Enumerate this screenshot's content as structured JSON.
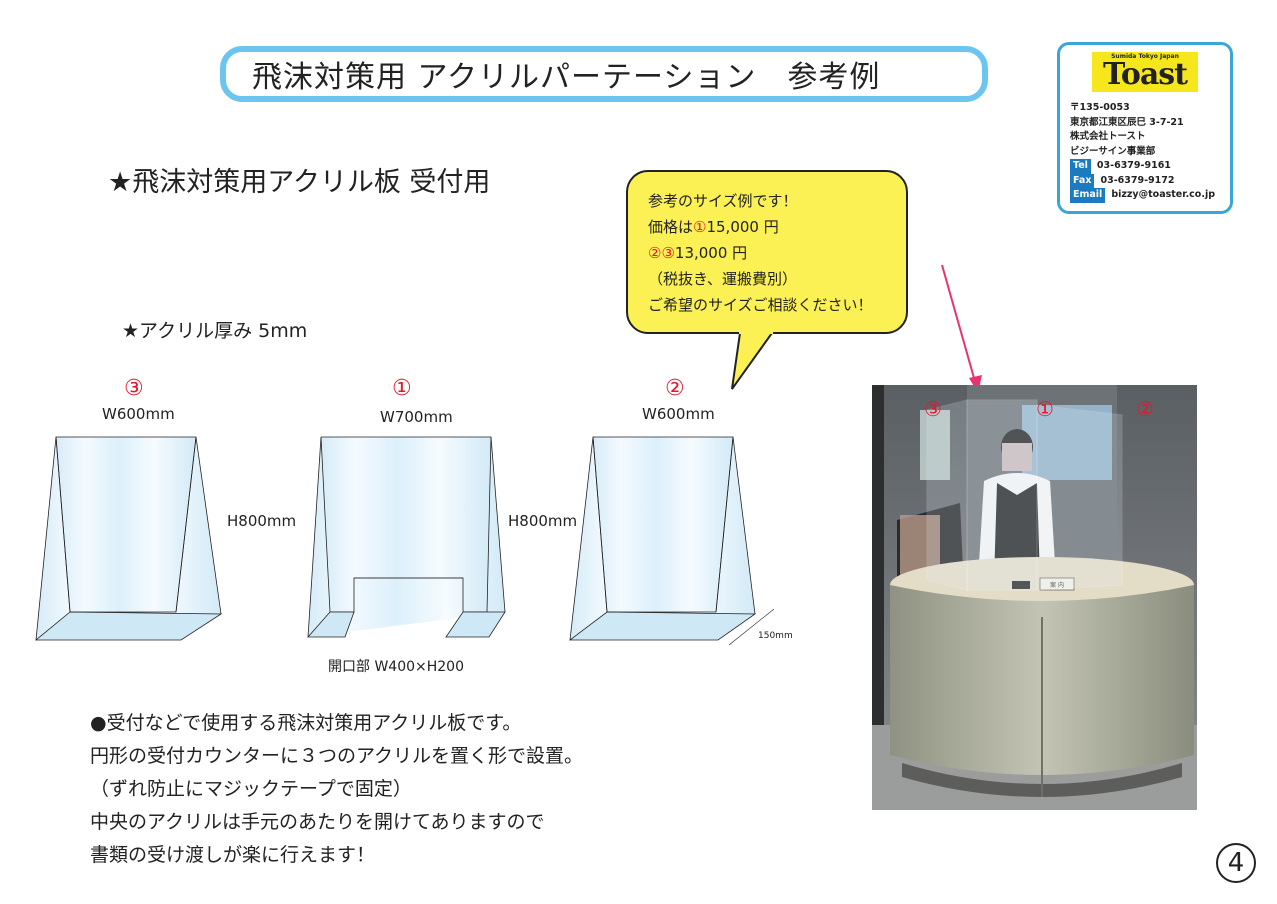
{
  "title": "飛沫対策用 アクリルパーテーション　参考例",
  "company": {
    "logo_small": "Sumida Tokyo Japan",
    "logo_main": "Toast",
    "postal": "〒135-0053",
    "address": "東京都江東区辰巳 3-7-21",
    "name": "株式会社トースト",
    "division": "ビジーサイン事業部",
    "tel_label": "Tel",
    "tel": "03-6379-9161",
    "fax_label": "Fax",
    "fax": "03-6379-9172",
    "email_label": "Email",
    "email": "bizzy@toaster.co.jp"
  },
  "subtitle": "★飛沫対策用アクリル板 受付用",
  "thickness": "★アクリル厚み 5mm",
  "bubble": {
    "line1": "参考のサイズ例です！",
    "line2_prefix": "価格は",
    "line2_num": "①",
    "line2_price": "15,000 円",
    "line3_num": "②③",
    "line3_price": "13,000 円",
    "line4": "（税抜き、運搬費別）",
    "line5": "ご希望のサイズご相談ください！"
  },
  "panels": {
    "p3_num": "③",
    "p3_width": "W600mm",
    "p1_num": "①",
    "p1_width": "W700mm",
    "p2_num": "②",
    "p2_width": "W600mm",
    "height_a": "H800mm",
    "height_b": "H800mm",
    "opening_w": "400mm",
    "opening_h": "200mm",
    "opening_caption": "開口部 W400×H200",
    "depth": "150mm"
  },
  "description": [
    "●受付などで使用する飛沫対策用アクリル板です。",
    "円形の受付カウンターに３つのアクリルを置く形で設置。",
    "（ずれ防止にマジックテープで固定）",
    "中央のアクリルは手元のあたりを開けてありますので",
    "書類の受け渡しが楽に行えます！"
  ],
  "photo": {
    "num_left": "③",
    "num_center": "①",
    "num_right": "②",
    "counter_sign": "案 内"
  },
  "page_number": "4",
  "colors": {
    "title_border": "#6cc5ee",
    "accent_red": "#e6162d",
    "bubble_fill": "#fbf054",
    "logo_yellow": "#f6e71c",
    "tag_blue": "#1a7bc1",
    "arrow": "#e8336e"
  }
}
